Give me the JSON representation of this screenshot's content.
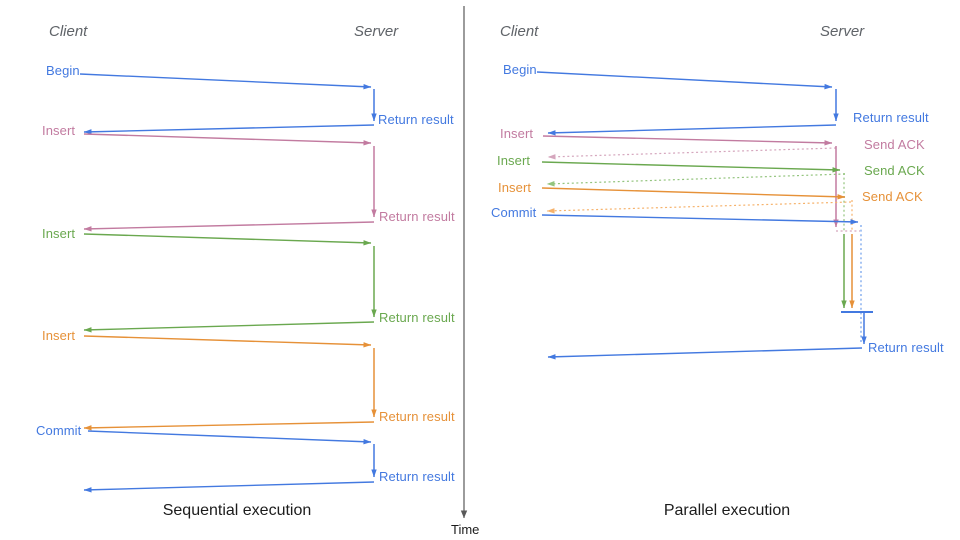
{
  "colors": {
    "blue": "#4379e0",
    "blue_light": "#6d9eeb",
    "pink": "#c27ba0",
    "pink_light": "#d5a6bd",
    "green": "#6aa84f",
    "green_light": "#93c47d",
    "orange": "#e69138",
    "orange_light": "#f6b26b",
    "axis": "#595959",
    "actor_text": "#5f6368",
    "title_text": "#1c1c1c"
  },
  "time_axis": {
    "label": "Time"
  },
  "sequential": {
    "title": "Sequential execution",
    "client": "Client",
    "server": "Server",
    "rows": [
      {
        "request": "Begin",
        "response": "Return result"
      },
      {
        "request": "Insert",
        "response": "Return result"
      },
      {
        "request": "Insert",
        "response": "Return result"
      },
      {
        "request": "Insert",
        "response": "Return result"
      },
      {
        "request": "Commit",
        "response": "Return result"
      }
    ]
  },
  "parallel": {
    "title": "Parallel execution",
    "client": "Client",
    "server": "Server",
    "rows": [
      {
        "request": "Begin",
        "response": "Return result"
      },
      {
        "request": "Insert",
        "response": "Send ACK"
      },
      {
        "request": "Insert",
        "response": "Send ACK"
      },
      {
        "request": "Insert",
        "response": "Send ACK"
      },
      {
        "request": "Commit",
        "response": "Return result"
      }
    ]
  }
}
